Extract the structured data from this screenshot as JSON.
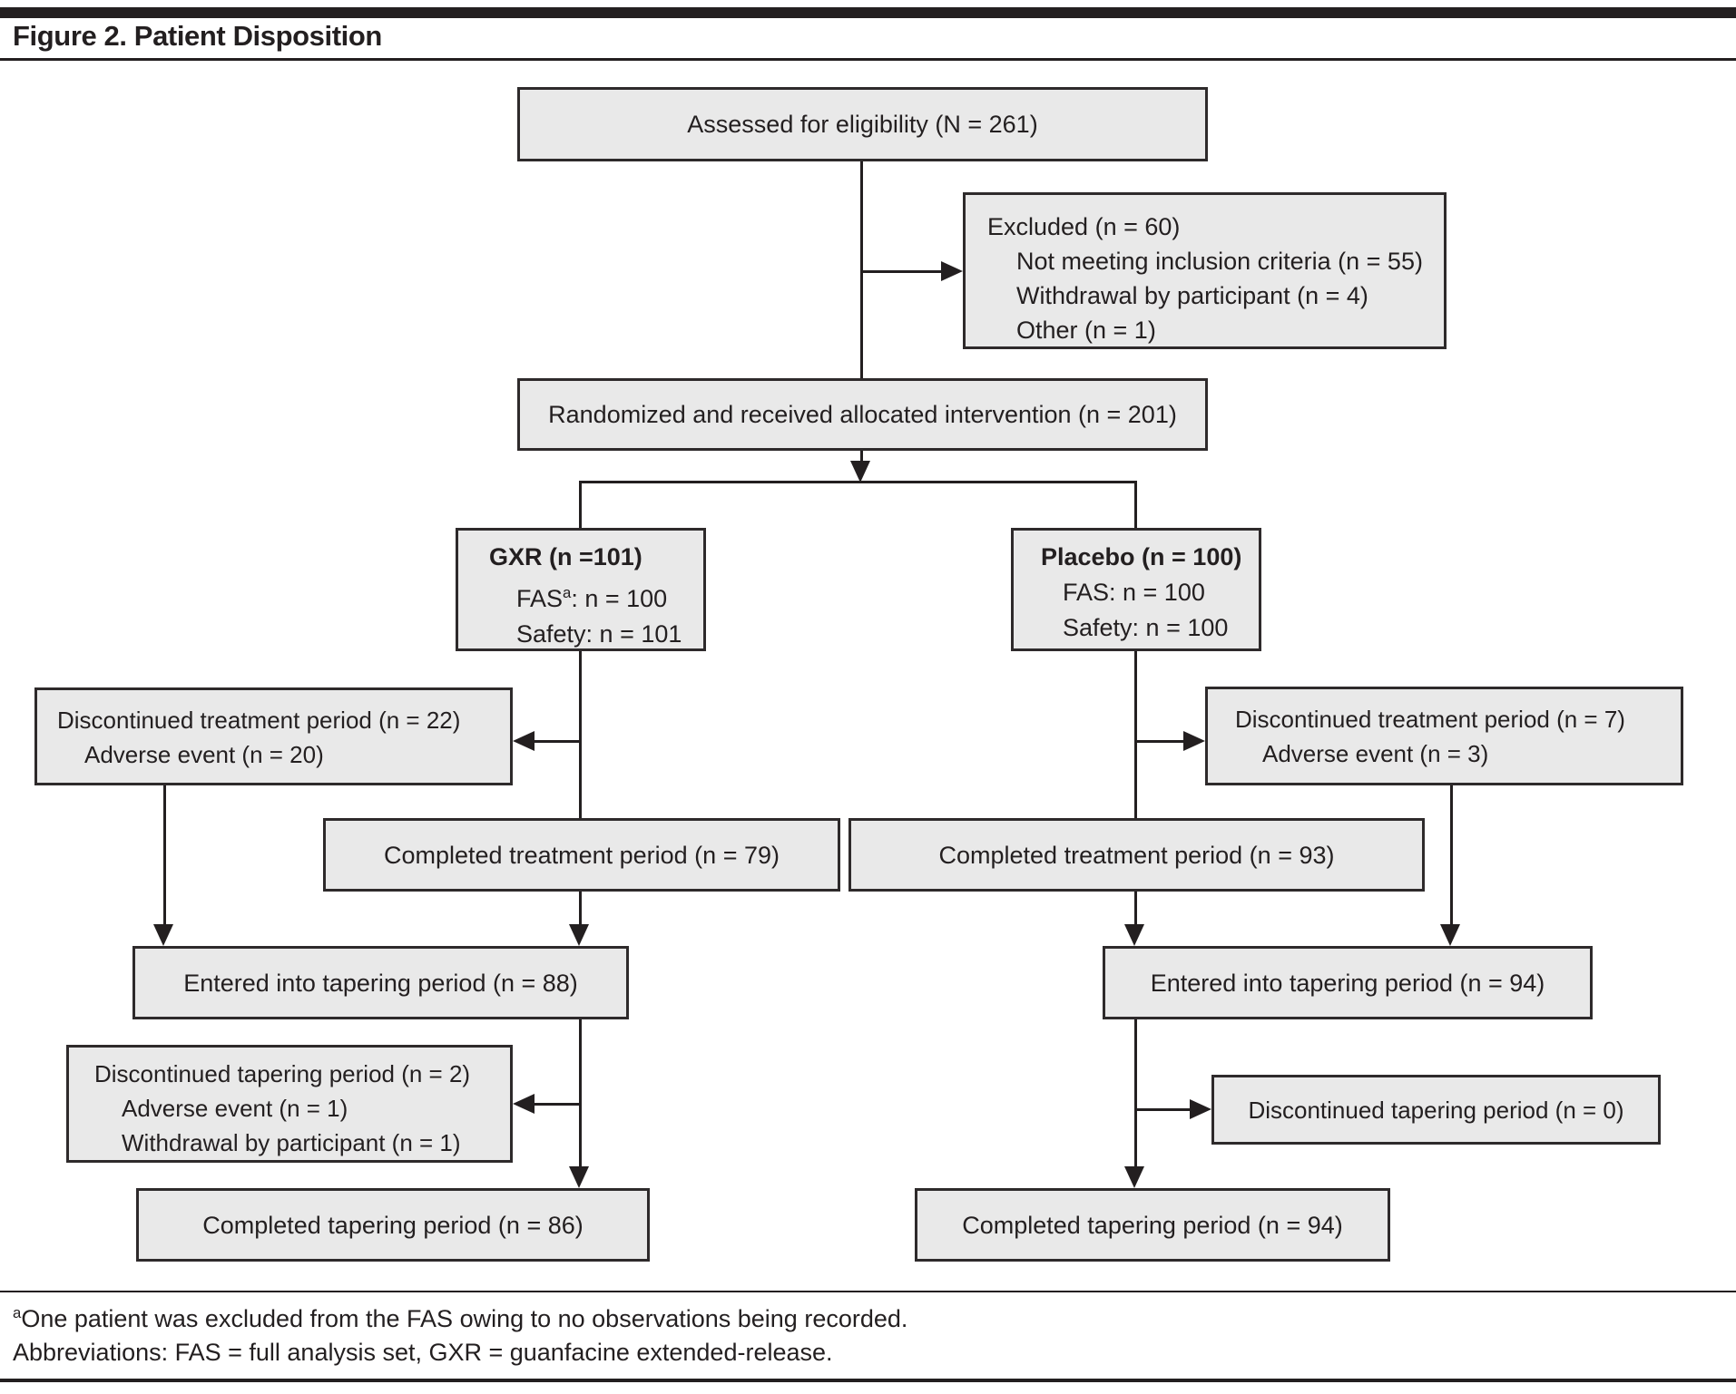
{
  "figure": {
    "title": "Figure 2. Patient Disposition"
  },
  "flowchart": {
    "assessed": {
      "label": "Assessed for eligibility (N = 261)"
    },
    "excluded": {
      "line1": "Excluded (n = 60)",
      "line2": "Not meeting inclusion criteria (n = 55)",
      "line3": "Withdrawal by participant (n = 4)",
      "line4": "Other (n = 1)"
    },
    "randomized": {
      "label": "Randomized and received allocated intervention (n = 201)"
    },
    "gxr_arm": {
      "title": "GXR (n =101)",
      "fas_pre": "FAS",
      "fas_sup": "a",
      "fas_post": ": n = 100",
      "safety": "Safety: n = 101"
    },
    "placebo_arm": {
      "title": "Placebo (n = 100)",
      "fas": "FAS: n = 100",
      "safety": "Safety: n = 100"
    },
    "gxr_discontinued_treatment": {
      "line1": "Discontinued treatment period (n = 22)",
      "line2": "Adverse event (n = 20)"
    },
    "placebo_discontinued_treatment": {
      "line1": "Discontinued treatment period (n = 7)",
      "line2": "Adverse event (n = 3)"
    },
    "gxr_completed_treatment": {
      "label": "Completed treatment period (n = 79)"
    },
    "placebo_completed_treatment": {
      "label": "Completed treatment period (n = 93)"
    },
    "gxr_entered_tapering": {
      "label": "Entered into tapering period (n = 88)"
    },
    "placebo_entered_tapering": {
      "label": "Entered into tapering period (n = 94)"
    },
    "gxr_discontinued_tapering": {
      "line1": "Discontinued tapering period (n = 2)",
      "line2": "Adverse event (n = 1)",
      "line3": "Withdrawal by participant (n = 1)"
    },
    "placebo_discontinued_tapering": {
      "label": "Discontinued tapering period (n = 0)"
    },
    "gxr_completed_tapering": {
      "label": "Completed tapering period (n = 86)"
    },
    "placebo_completed_tapering": {
      "label": "Completed tapering period (n = 94)"
    }
  },
  "footnotes": {
    "note1_sup": "a",
    "note1_text": "One patient was excluded from the FAS owing to no observations being recorded.",
    "note2": "Abbreviations: FAS = full analysis set, GXR = guanfacine extended-release."
  },
  "colors": {
    "box_fill": "#e9e9e9",
    "box_border": "#2e2a2b",
    "text": "#231f20",
    "line": "#231f20"
  }
}
